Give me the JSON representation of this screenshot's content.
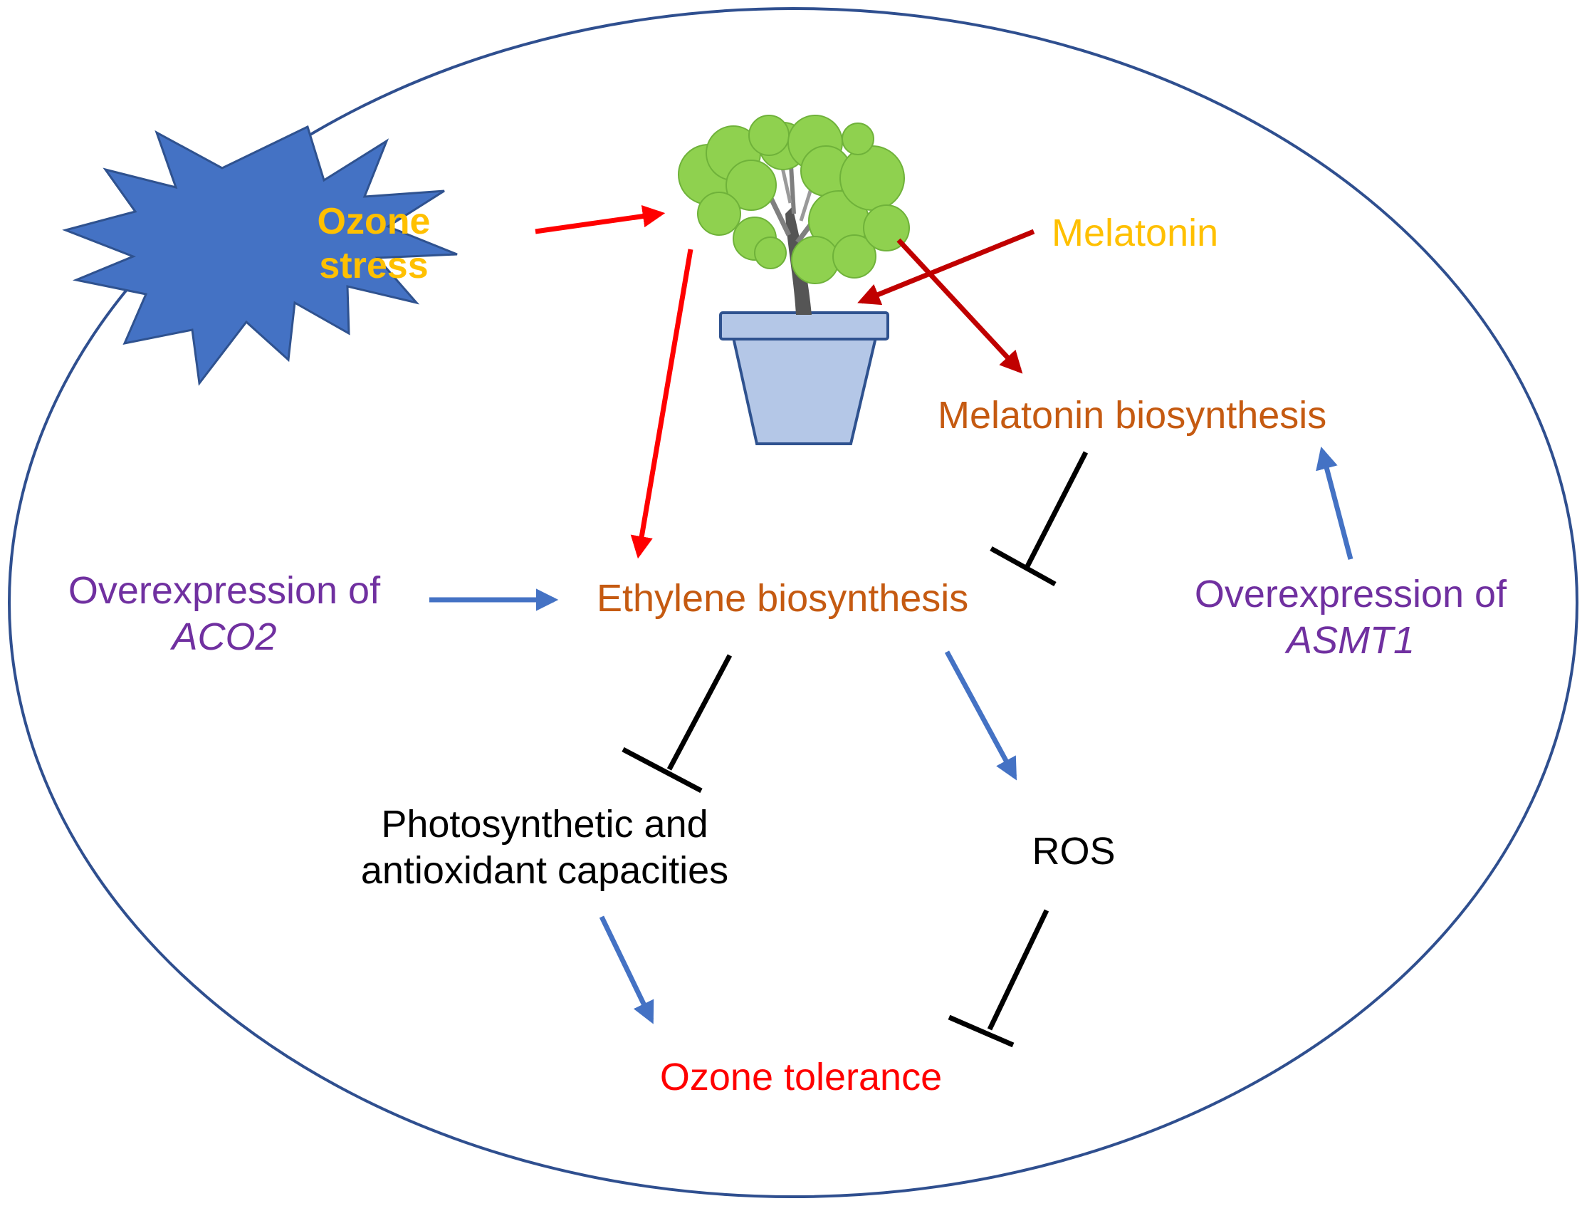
{
  "labels": {
    "ozone_stress_line1": "Ozone",
    "ozone_stress_line2": "stress",
    "melatonin": "Melatonin",
    "melatonin_biosynthesis": "Melatonin biosynthesis",
    "ethylene_biosynthesis": "Ethylene biosynthesis",
    "aco2_line1": "Overexpression of",
    "aco2_line2": "ACO2",
    "asmt1_line1": "Overexpression of",
    "asmt1_line2": "ASMT1",
    "photo_line1": "Photosynthetic and",
    "photo_line2": "antioxidant capacities",
    "ros": "ROS",
    "ozone_tolerance": "Ozone tolerance"
  },
  "colors": {
    "ellipse_stroke": "#2f4f8f",
    "star_fill": "#4472c4",
    "star_stroke": "#2f528f",
    "ozone_text": "#ffc000",
    "melatonin_text": "#ffc000",
    "biosynthesis_text": "#c55a11",
    "overexpression_text": "#7030a0",
    "tolerance_text": "#ff0000",
    "black_text": "#000000",
    "red_arrow": "#ff0000",
    "darkred_arrow": "#c00000",
    "blue_arrow": "#4472c4",
    "inhibit_line": "#000000",
    "foliage": "#8fd14f",
    "foliage_dark": "#6fb23a",
    "stem": "#555555",
    "pot_fill": "#b4c7e7",
    "pot_stroke": "#2f528f"
  },
  "icons": {
    "star": "explosion-star-icon",
    "plant": "potted-plant-icon"
  }
}
